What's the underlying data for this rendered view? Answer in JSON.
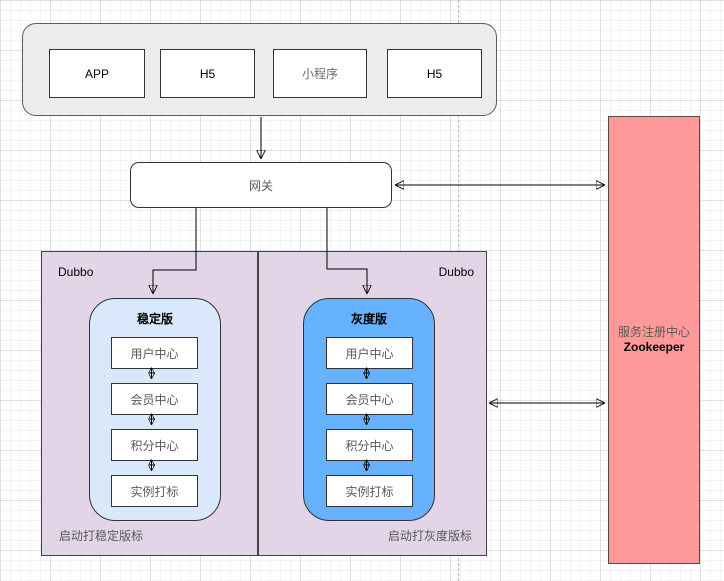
{
  "diagram": {
    "clients": {
      "items": [
        {
          "label": "APP"
        },
        {
          "label": "H5"
        },
        {
          "label": "小程序"
        },
        {
          "label": "H5"
        }
      ]
    },
    "gateway": {
      "label": "网关"
    },
    "groups": {
      "stable": {
        "container_label": "Dubbo",
        "version_label": "稳定版",
        "services": [
          "用户中心",
          "会员中心",
          "积分中心",
          "实例打标"
        ],
        "caption": "启动打稳定版标"
      },
      "gray": {
        "container_label": "Dubbo",
        "version_label": "灰度版",
        "services": [
          "用户中心",
          "会员中心",
          "积分中心",
          "实例打标"
        ],
        "caption": "启动打灰度版标"
      }
    },
    "registry": {
      "line1": "服务注册中心",
      "line2": "Zookeeper"
    },
    "colors": {
      "clients_container_fill": "#ececec",
      "dubbo_container_fill": "#e1d5e7",
      "stable_fill": "#dae8fc",
      "gray_fill": "#66b2ff",
      "registry_fill": "#ff9999",
      "connector": "#000000"
    }
  }
}
